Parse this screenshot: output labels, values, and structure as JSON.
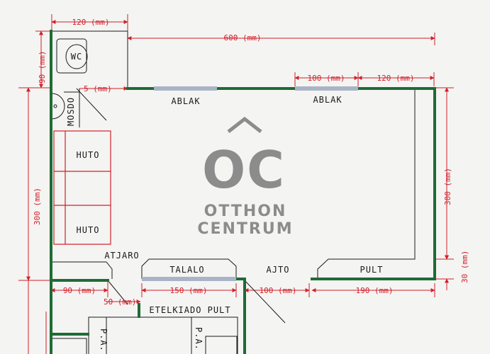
{
  "watermark": {
    "monogram": "OC",
    "line1": "OTTHON",
    "line2": "CENTRUM"
  },
  "labels": {
    "wc": "WC",
    "mosdo": "MOSDO",
    "huto_top": "HUTO",
    "huto_bottom": "HUTO",
    "ablak_left": "ABLAK",
    "ablak_right": "ABLAK",
    "atjaro": "ATJARO",
    "talalo": "TALALO",
    "ajto": "AJTO",
    "pult": "PULT",
    "etelkiado_pult": "ETELKIADO PULT",
    "pa_left": "P.A.",
    "pa_right": "P.A."
  },
  "dimensions": {
    "top_120": "120 (mm)",
    "top_600": "600 (mm)",
    "window_100": "100 (mm)",
    "right_120": "120 (mm)",
    "small_5": "5 (mm)",
    "left_90": "90 (mm)",
    "left_300": "300 (mm)",
    "right_300": "300 (mm)",
    "right_30": "30 (mm)",
    "bottom_90": "90 (mm)",
    "bottom_150": "150 (mm)",
    "bottom_100": "100 (mm)",
    "bottom_190": "190 (mm)",
    "bottom_50": "50 (mm)"
  },
  "colors": {
    "wall": "#1f6b35",
    "dimension": "#d11f2a",
    "window": "#a9b4c6",
    "watermark": "#8c8c8c"
  }
}
